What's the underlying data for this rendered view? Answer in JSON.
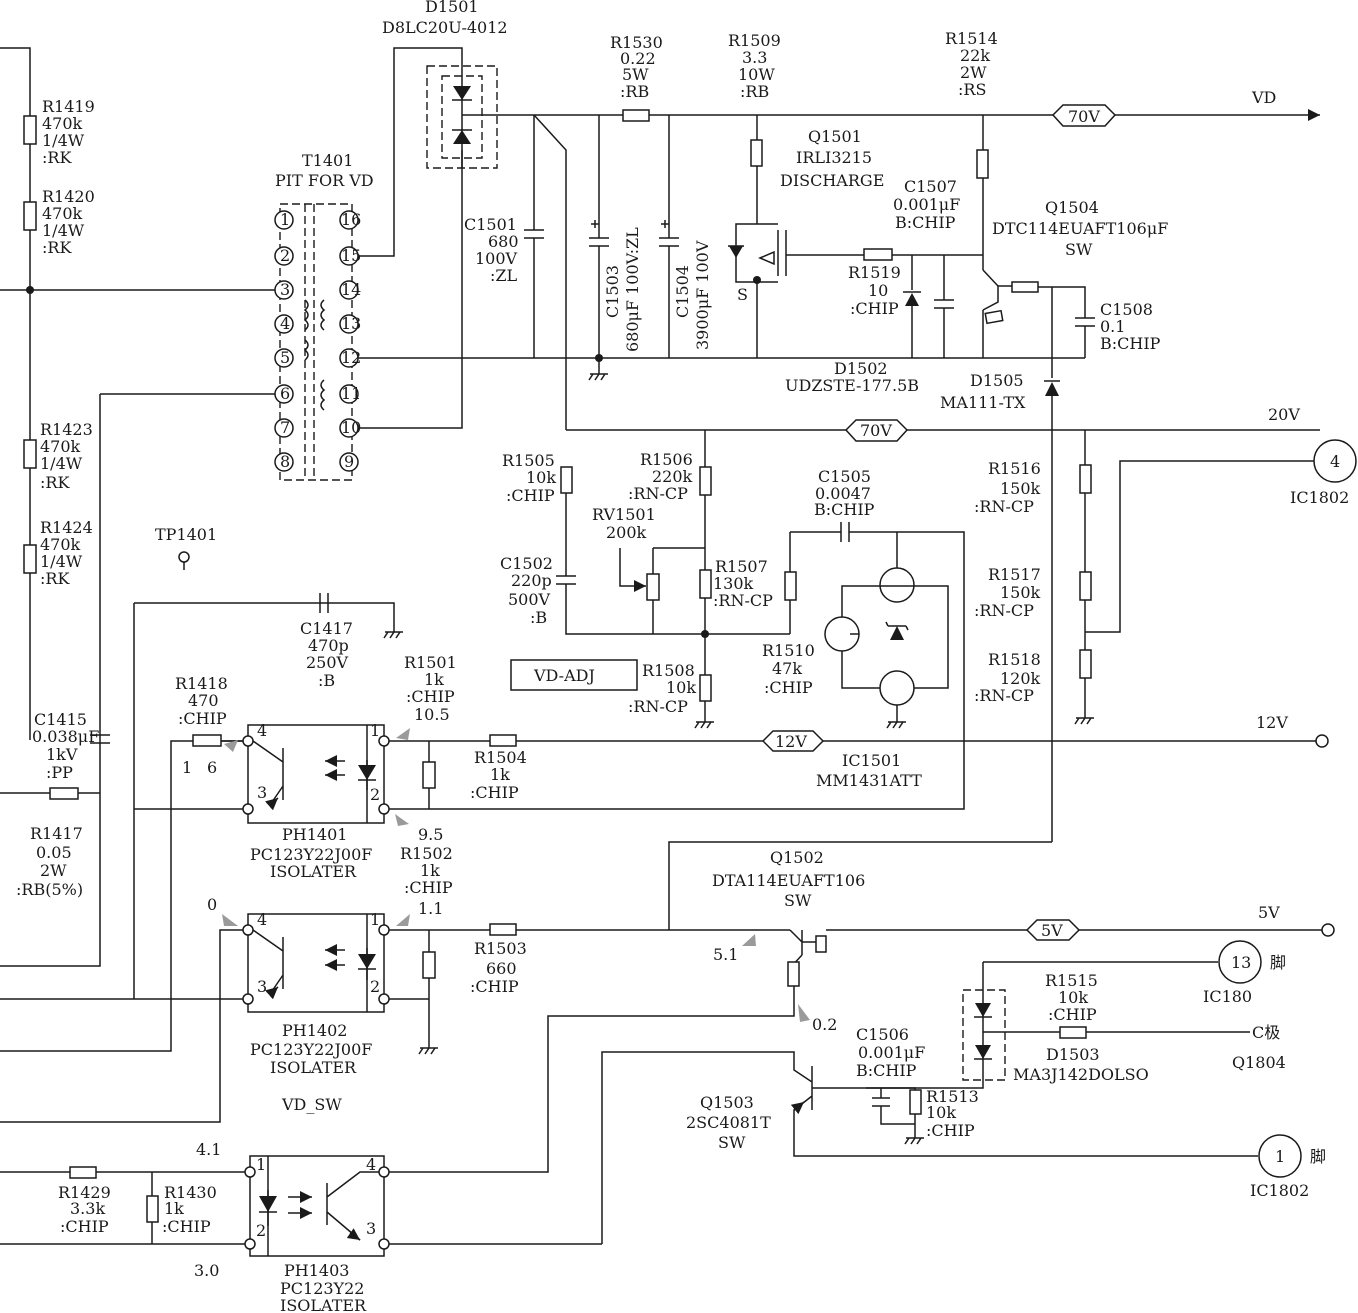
{
  "labels": [
    {
      "id": "d1501-ref",
      "t": "D1501"
    },
    {
      "id": "d1501-part",
      "t": "D8LC20U-4012"
    },
    {
      "id": "r1530",
      "t": "R1530"
    },
    {
      "id": "r1530-v",
      "t": "0.22"
    },
    {
      "id": "r1530-w",
      "t": "5W"
    },
    {
      "id": "r1530-k",
      "t": ":RB"
    },
    {
      "id": "r1509",
      "t": "R1509"
    },
    {
      "id": "r1509-v",
      "t": "3.3"
    },
    {
      "id": "r1509-w",
      "t": "10W"
    },
    {
      "id": "r1509-k",
      "t": ":RB"
    },
    {
      "id": "r1514",
      "t": "R1514"
    },
    {
      "id": "r1514-v",
      "t": "22k"
    },
    {
      "id": "r1514-w",
      "t": "2W"
    },
    {
      "id": "r1514-k",
      "t": ":RS"
    },
    {
      "id": "vd-net",
      "t": "VD"
    },
    {
      "id": "v70-top",
      "t": "70V"
    },
    {
      "id": "r1419",
      "t": "R1419"
    },
    {
      "id": "r1419-v",
      "t": "470k"
    },
    {
      "id": "r1419-w",
      "t": "1/4W"
    },
    {
      "id": "r1419-k",
      "t": ":RK"
    },
    {
      "id": "r1420",
      "t": "R1420"
    },
    {
      "id": "r1420-v",
      "t": "470k"
    },
    {
      "id": "r1420-w",
      "t": "1/4W"
    },
    {
      "id": "r1420-k",
      "t": ":RK"
    },
    {
      "id": "t1401",
      "t": "T1401"
    },
    {
      "id": "t1401-d",
      "t": "PIT FOR VD"
    },
    {
      "id": "pin1",
      "t": "1"
    },
    {
      "id": "pin2",
      "t": "2"
    },
    {
      "id": "pin3",
      "t": "3"
    },
    {
      "id": "pin4",
      "t": "4"
    },
    {
      "id": "pin5",
      "t": "5"
    },
    {
      "id": "pin6",
      "t": "6"
    },
    {
      "id": "pin7",
      "t": "7"
    },
    {
      "id": "pin8",
      "t": "8"
    },
    {
      "id": "pin16",
      "t": "16"
    },
    {
      "id": "pin15",
      "t": "15"
    },
    {
      "id": "pin14",
      "t": "14"
    },
    {
      "id": "pin13",
      "t": "13"
    },
    {
      "id": "pin12",
      "t": "12"
    },
    {
      "id": "pin11",
      "t": "11"
    },
    {
      "id": "pin10",
      "t": "10"
    },
    {
      "id": "pin9",
      "t": "9"
    },
    {
      "id": "c1501",
      "t": "C1501"
    },
    {
      "id": "c1501-v",
      "t": "680"
    },
    {
      "id": "c1501-w",
      "t": "100V"
    },
    {
      "id": "c1501-k",
      "t": ":ZL"
    },
    {
      "id": "c1503",
      "t": "C1503"
    },
    {
      "id": "c1503-v",
      "t": "680μF 100V:ZL"
    },
    {
      "id": "c1504",
      "t": "C1504"
    },
    {
      "id": "c1504-v",
      "t": "3900μF 100V"
    },
    {
      "id": "q1501",
      "t": "Q1501"
    },
    {
      "id": "q1501-p",
      "t": "IRLI3215"
    },
    {
      "id": "q1501-f",
      "t": "DISCHARGE"
    },
    {
      "id": "c1507",
      "t": "C1507"
    },
    {
      "id": "c1507-v",
      "t": "0.001μF"
    },
    {
      "id": "c1507-k",
      "t": "B:CHIP"
    },
    {
      "id": "q1504",
      "t": "Q1504"
    },
    {
      "id": "q1504-p",
      "t": "DTC114EUAFT106μF"
    },
    {
      "id": "q1504-f",
      "t": "SW"
    },
    {
      "id": "s-label",
      "t": "S"
    },
    {
      "id": "r1519",
      "t": "R1519"
    },
    {
      "id": "r1519-v",
      "t": "10"
    },
    {
      "id": "r1519-k",
      "t": ":CHIP"
    },
    {
      "id": "c1508",
      "t": "C1508"
    },
    {
      "id": "c1508-v",
      "t": "0.1"
    },
    {
      "id": "c1508-k",
      "t": "B:CHIP"
    },
    {
      "id": "d1502",
      "t": "D1502"
    },
    {
      "id": "d1502-p",
      "t": "UDZSTE-177.5B"
    },
    {
      "id": "d1505",
      "t": "D1505"
    },
    {
      "id": "d1505-p",
      "t": "MA111-TX"
    },
    {
      "id": "v70-mid",
      "t": "70V"
    },
    {
      "id": "v20",
      "t": "20V"
    },
    {
      "id": "r1423",
      "t": "R1423"
    },
    {
      "id": "r1423-v",
      "t": "470k"
    },
    {
      "id": "r1423-w",
      "t": "1/4W"
    },
    {
      "id": "r1423-k",
      "t": ":RK"
    },
    {
      "id": "r1505",
      "t": "R1505"
    },
    {
      "id": "r1505-v",
      "t": "10k"
    },
    {
      "id": "r1505-k",
      "t": ":CHIP"
    },
    {
      "id": "r1506",
      "t": "R1506"
    },
    {
      "id": "r1506-v",
      "t": "220k"
    },
    {
      "id": "r1506-k",
      "t": ":RN-CP"
    },
    {
      "id": "c1505",
      "t": "C1505"
    },
    {
      "id": "c1505-v",
      "t": "0.0047"
    },
    {
      "id": "c1505-k",
      "t": "B:CHIP"
    },
    {
      "id": "r1516",
      "t": "R1516"
    },
    {
      "id": "r1516-v",
      "t": "150k"
    },
    {
      "id": "r1516-k",
      "t": ":RN-CP"
    },
    {
      "id": "pin4-circ",
      "t": "4"
    },
    {
      "id": "ic1802-top",
      "t": "IC1802"
    },
    {
      "id": "r1424",
      "t": "R1424"
    },
    {
      "id": "r1424-v",
      "t": "470k"
    },
    {
      "id": "r1424-w",
      "t": "1/4W"
    },
    {
      "id": "r1424-k",
      "t": ":RK"
    },
    {
      "id": "tp1401",
      "t": "TP1401"
    },
    {
      "id": "rv1501",
      "t": "RV1501"
    },
    {
      "id": "rv1501-v",
      "t": "200k"
    },
    {
      "id": "c1502",
      "t": "C1502"
    },
    {
      "id": "c1502-v",
      "t": "220p"
    },
    {
      "id": "c1502-w",
      "t": "500V"
    },
    {
      "id": "c1502-k",
      "t": ":B"
    },
    {
      "id": "r1507",
      "t": "R1507"
    },
    {
      "id": "r1507-v",
      "t": "130k"
    },
    {
      "id": "r1507-k",
      "t": ":RN-CP"
    },
    {
      "id": "r1517",
      "t": "R1517"
    },
    {
      "id": "r1517-v",
      "t": "150k"
    },
    {
      "id": "r1517-k",
      "t": ":RN-CP"
    },
    {
      "id": "c1417",
      "t": "C1417"
    },
    {
      "id": "c1417-v",
      "t": "470p"
    },
    {
      "id": "c1417-w",
      "t": "250V"
    },
    {
      "id": "c1417-k",
      "t": ":B"
    },
    {
      "id": "r1510",
      "t": "R1510"
    },
    {
      "id": "r1510-v",
      "t": "47k"
    },
    {
      "id": "r1510-k",
      "t": ":CHIP"
    },
    {
      "id": "r1518",
      "t": "R1518"
    },
    {
      "id": "r1518-v",
      "t": "120k"
    },
    {
      "id": "r1518-k",
      "t": ":RN-CP"
    },
    {
      "id": "vd-adj",
      "t": "VD-ADJ"
    },
    {
      "id": "r1508",
      "t": "R1508"
    },
    {
      "id": "r1508-v",
      "t": "10k"
    },
    {
      "id": "r1508-k",
      "t": ":RN-CP"
    },
    {
      "id": "r1418",
      "t": "R1418"
    },
    {
      "id": "r1418-v",
      "t": "470"
    },
    {
      "id": "r1418-k",
      "t": ":CHIP"
    },
    {
      "id": "r1501",
      "t": "R1501"
    },
    {
      "id": "r1501-v",
      "t": "1k"
    },
    {
      "id": "r1501-k",
      "t": ":CHIP"
    },
    {
      "id": "r1501-m",
      "t": "10.5"
    },
    {
      "id": "c1415",
      "t": "C1415"
    },
    {
      "id": "c1415-v",
      "t": "0.038μF"
    },
    {
      "id": "c1415-w",
      "t": "1kV"
    },
    {
      "id": "c1415-k",
      "t": ":PP"
    },
    {
      "id": "m1",
      "t": "1"
    },
    {
      "id": "m6",
      "t": "6"
    },
    {
      "id": "ph1401-p4",
      "t": "4"
    },
    {
      "id": "ph1401-p3",
      "t": "3"
    },
    {
      "id": "ph1401-p1",
      "t": "1"
    },
    {
      "id": "ph1401-p2",
      "t": "2"
    },
    {
      "id": "r1504",
      "t": "R1504"
    },
    {
      "id": "r1504-v",
      "t": "1k"
    },
    {
      "id": "r1504-k",
      "t": ":CHIP"
    },
    {
      "id": "v12-box",
      "t": "12V"
    },
    {
      "id": "v12",
      "t": "12V"
    },
    {
      "id": "ic1501",
      "t": "IC1501"
    },
    {
      "id": "ic1501-p",
      "t": "MM1431ATT"
    },
    {
      "id": "r1417",
      "t": "R1417"
    },
    {
      "id": "r1417-v",
      "t": "0.05"
    },
    {
      "id": "r1417-w",
      "t": "2W"
    },
    {
      "id": "r1417-k",
      "t": ":RB(5%)"
    },
    {
      "id": "ph1401",
      "t": "PH1401"
    },
    {
      "id": "ph1401-p",
      "t": "PC123Y22J00F"
    },
    {
      "id": "ph1401-f",
      "t": "ISOLATER"
    },
    {
      "id": "m95",
      "t": "9.5"
    },
    {
      "id": "r1502",
      "t": "R1502"
    },
    {
      "id": "r1502-v",
      "t": "1k"
    },
    {
      "id": "r1502-k",
      "t": ":CHIP"
    },
    {
      "id": "m11",
      "t": "1.1"
    },
    {
      "id": "q1502",
      "t": "Q1502"
    },
    {
      "id": "q1502-p",
      "t": "DTA114EUAFT106"
    },
    {
      "id": "q1502-f",
      "t": "SW"
    },
    {
      "id": "m0",
      "t": "0"
    },
    {
      "id": "ph1402-p4",
      "t": "4"
    },
    {
      "id": "ph1402-p3",
      "t": "3"
    },
    {
      "id": "ph1402-p1",
      "t": "1"
    },
    {
      "id": "ph1402-p2",
      "t": "2"
    },
    {
      "id": "r1503",
      "t": "R1503"
    },
    {
      "id": "r1503-v",
      "t": "660"
    },
    {
      "id": "r1503-k",
      "t": ":CHIP"
    },
    {
      "id": "m51",
      "t": "5.1"
    },
    {
      "id": "v5-box",
      "t": "5V"
    },
    {
      "id": "v5",
      "t": "5V"
    },
    {
      "id": "pin13-circ",
      "t": "13"
    },
    {
      "id": "jiao-13",
      "t": "脚"
    },
    {
      "id": "ic180",
      "t": "IC180"
    },
    {
      "id": "r1515",
      "t": "R1515"
    },
    {
      "id": "r1515-v",
      "t": "10k"
    },
    {
      "id": "r1515-k",
      "t": ":CHIP"
    },
    {
      "id": "cji",
      "t": "C极"
    },
    {
      "id": "m02",
      "t": "0.2"
    },
    {
      "id": "ph1402",
      "t": "PH1402"
    },
    {
      "id": "ph1402-p",
      "t": "PC123Y22J00F"
    },
    {
      "id": "ph1402-f",
      "t": "ISOLATER"
    },
    {
      "id": "c1506",
      "t": "C1506"
    },
    {
      "id": "c1506-v",
      "t": "0.001μF"
    },
    {
      "id": "c1506-k",
      "t": "B:CHIP"
    },
    {
      "id": "d1503",
      "t": "D1503"
    },
    {
      "id": "d1503-p",
      "t": "MA3J142DOLSO"
    },
    {
      "id": "q1804",
      "t": "Q1804"
    },
    {
      "id": "vd-sw",
      "t": "VD_SW"
    },
    {
      "id": "q1503",
      "t": "Q1503"
    },
    {
      "id": "q1503-p",
      "t": "2SC4081T"
    },
    {
      "id": "q1503-f",
      "t": "SW"
    },
    {
      "id": "r1513",
      "t": "R1513"
    },
    {
      "id": "r1513-v",
      "t": "10k"
    },
    {
      "id": "r1513-k",
      "t": ":CHIP"
    },
    {
      "id": "m41",
      "t": "4.1"
    },
    {
      "id": "pin1-circ",
      "t": "1"
    },
    {
      "id": "jiao-1",
      "t": "脚"
    },
    {
      "id": "ic1802-bot",
      "t": "IC1802"
    },
    {
      "id": "r1429",
      "t": "R1429"
    },
    {
      "id": "r1429-v",
      "t": "3.3k"
    },
    {
      "id": "r1429-k",
      "t": ":CHIP"
    },
    {
      "id": "r1430",
      "t": "R1430"
    },
    {
      "id": "r1430-v",
      "t": "1k"
    },
    {
      "id": "r1430-k",
      "t": ":CHIP"
    },
    {
      "id": "ph1403-p1",
      "t": "1"
    },
    {
      "id": "ph1403-p2",
      "t": "2"
    },
    {
      "id": "ph1403-p4",
      "t": "4"
    },
    {
      "id": "ph1403-p3",
      "t": "3"
    },
    {
      "id": "m30",
      "t": "3.0"
    },
    {
      "id": "ph1403",
      "t": "PH1403"
    },
    {
      "id": "ph1403-p",
      "t": "PC123Y22"
    },
    {
      "id": "ph1403-f",
      "t": "ISOLATER"
    }
  ]
}
